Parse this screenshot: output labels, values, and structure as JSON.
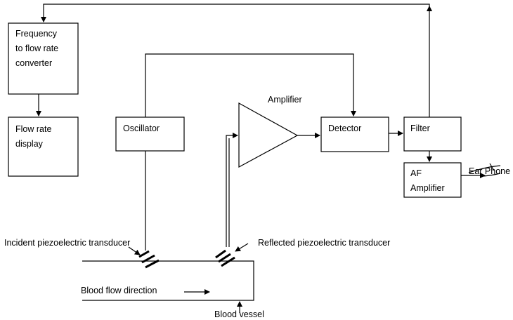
{
  "blocks": {
    "converter": [
      "Frequency",
      "to flow rate",
      "converter"
    ],
    "display": [
      "Flow rate",
      "display"
    ],
    "oscillator": "Oscillator",
    "amplifier_label": "Amplifier",
    "detector": "Detector",
    "filter": "Filter",
    "af_amplifier": [
      "AF",
      "Amplifier"
    ]
  },
  "annotations": {
    "ear_phone": "Ear Phone",
    "incident_transducer": "Incident piezoelectric transducer",
    "reflected_transducer": "Reflected piezoelectric transducer",
    "blood_flow_direction": "Blood flow direction",
    "blood_vessel": "Blood vessel"
  },
  "colors": {
    "stroke": "#000000",
    "background": "#ffffff"
  }
}
